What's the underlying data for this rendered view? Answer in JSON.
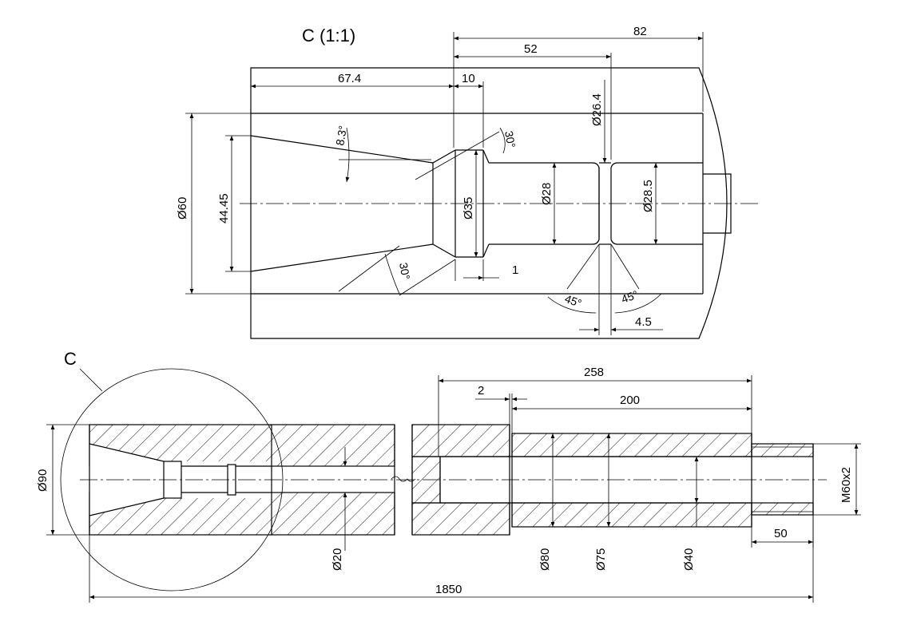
{
  "colors": {
    "ink": "#000000",
    "paper": "#ffffff"
  },
  "detail_view": {
    "title": "C (1:1)",
    "dims": {
      "d82": "82",
      "d52": "52",
      "d67_4": "67.4",
      "d10": "10",
      "dia26_4": "Ø26.4",
      "ang8_3": "8.3°",
      "ang30_top": "30°",
      "dia60": "Ø60",
      "d44_45": "44.45",
      "dia35": "Ø35",
      "dia28": "Ø28",
      "dia28_5": "Ø28.5",
      "ang30_bottom": "30°",
      "d1": "1",
      "ang45_left": "45°",
      "ang45_right": "45°",
      "d4_5": "4.5"
    }
  },
  "main_view": {
    "detail_label": "C",
    "dims": {
      "d258": "258",
      "d2": "2",
      "d200": "200",
      "dia90": "Ø90",
      "dia20": "Ø20",
      "dia80": "Ø80",
      "dia75": "Ø75",
      "dia40": "Ø40",
      "m60x2": "M60x2",
      "d50": "50",
      "d1850": "1850"
    }
  }
}
